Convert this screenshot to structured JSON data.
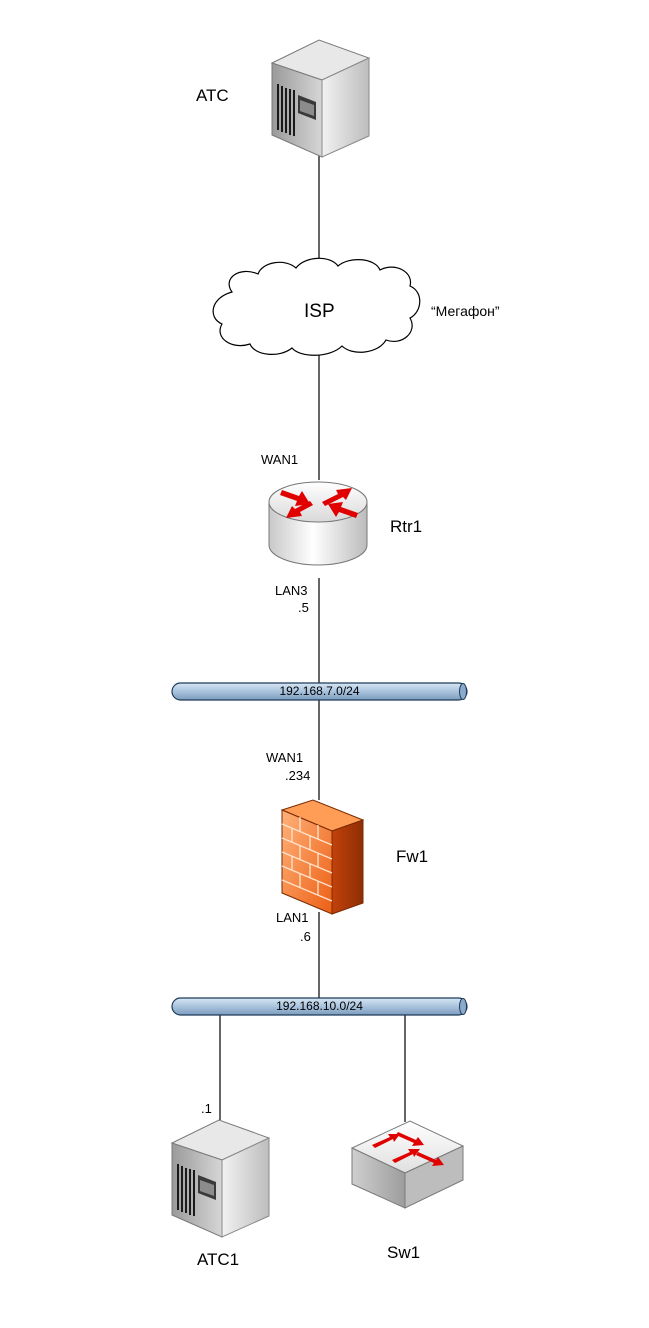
{
  "nodes": {
    "atc_top": {
      "label": "АТС"
    },
    "isp": {
      "label": "ISP",
      "note": "“Мегафон”"
    },
    "router": {
      "label": "Rtr1",
      "wan_label": "WAN1",
      "lan_label": "LAN3",
      "lan_ip": ".5"
    },
    "firewall": {
      "label": "Fw1",
      "wan_label": "WAN1",
      "wan_ip": ".234",
      "lan_label": "LAN1",
      "lan_ip": ".6"
    },
    "atc1": {
      "label": "АТС1",
      "ip": ".1"
    },
    "switch": {
      "label": "Sw1"
    }
  },
  "networks": {
    "net7": {
      "label": "192.168.7.0/24"
    },
    "net10": {
      "label": "192.168.10.0/24"
    }
  },
  "colors": {
    "line": "#000000",
    "bus_fill": "#aac5e0",
    "bus_stroke": "#1f3b5a",
    "router_arrow": "#e00000",
    "firewall_orange": "#f07a2a"
  }
}
